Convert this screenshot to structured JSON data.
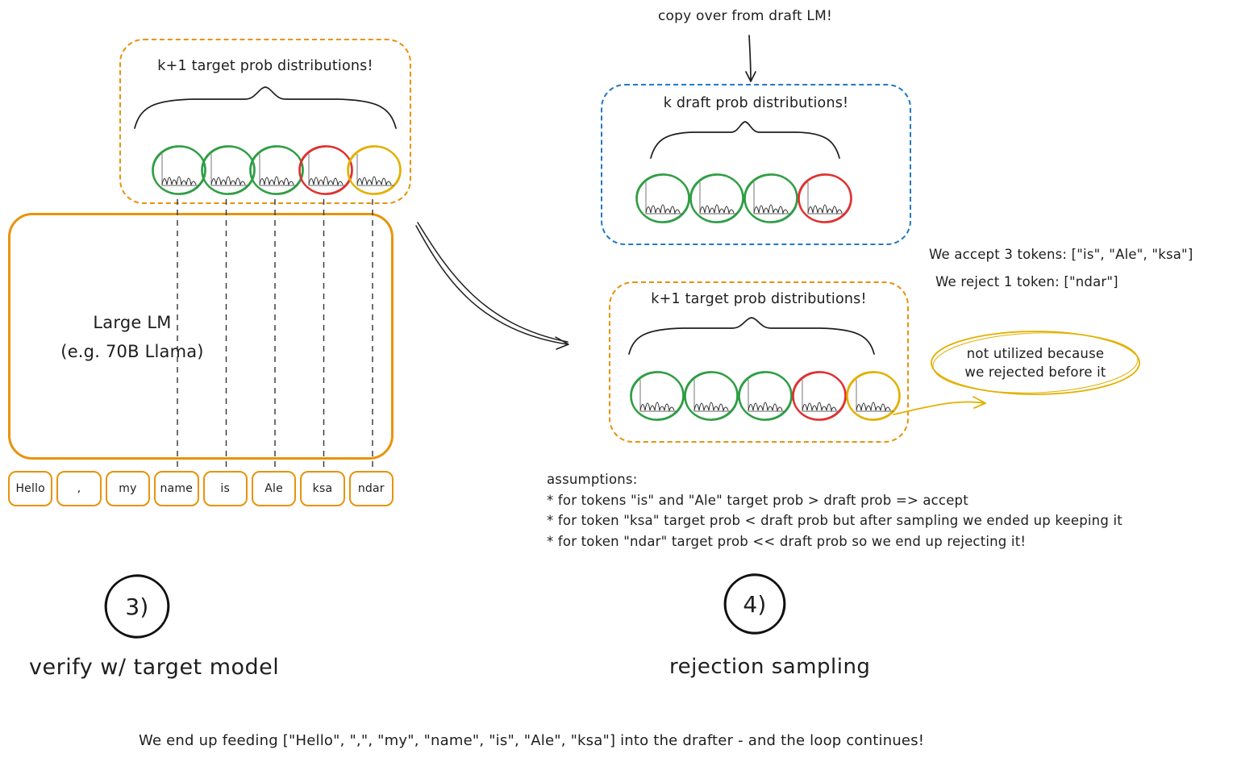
{
  "colors": {
    "orange": "#e8930c",
    "blue": "#2179c9",
    "green": "#2f9e44",
    "red": "#e03131",
    "yellow": "#e3b000",
    "ink": "#1e1e1e"
  },
  "left": {
    "target_box_title": "k+1 target prob distributions!",
    "distributions": [
      "green",
      "green",
      "green",
      "red",
      "yellow"
    ],
    "model_line1": "Large LM",
    "model_line2": "(e.g. 70B Llama)",
    "tokens": [
      "Hello",
      ",",
      "my",
      "name",
      "is",
      "Ale",
      "ksa",
      "ndar"
    ]
  },
  "right": {
    "copy_label": "copy over from draft LM!",
    "draft_box_title": "k draft prob distributions!",
    "draft_distributions": [
      "green",
      "green",
      "green",
      "red"
    ],
    "target_box_title": "k+1 target prob distributions!",
    "target_distributions": [
      "green",
      "green",
      "green",
      "red",
      "yellow"
    ],
    "accept_line": "We accept 3 tokens: [\"is\", \"Ale\", \"ksa\"]",
    "reject_line": "We reject 1 token: [\"ndar\"]",
    "bubble_line1": "not utilized because",
    "bubble_line2": "we rejected before it"
  },
  "assumptions": {
    "heading": "assumptions:",
    "items": [
      "* for tokens \"is\" and \"Ale\" target prob > draft prob => accept",
      "* for token \"ksa\" target prob < draft prob but after sampling we ended up keeping it",
      "* for token \"ndar\" target prob << draft prob so we end up rejecting it!"
    ]
  },
  "steps": [
    {
      "number": "3)",
      "label": "verify w/ target model"
    },
    {
      "number": "4)",
      "label": "rejection sampling"
    }
  ],
  "footer": "We end up feeding [\"Hello\", \",\", \"my\", \"name\", \"is\", \"Ale\", \"ksa\"] into the drafter - and the loop continues!"
}
